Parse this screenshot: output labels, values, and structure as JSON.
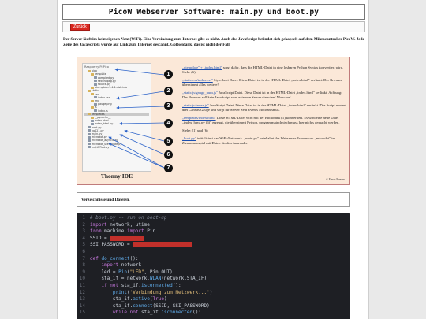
{
  "page": {
    "title": "PicoW Webserver Software: main.py und boot.py",
    "back_label": "Zurück",
    "intro": "Der Server läuft im heimeigenen Netz (WiFi). Eine Verbindung zum Internet gibt es nicht. Auch das JavaScript befindet sich gekapselt auf dem Mikrocontroller PicoW. Jede Zeile des JavaScripts wurde auf Link zum Internet gescannt. Gottseidank, das ist nicht der Fall."
  },
  "diagram": {
    "tree_header": "Raspberry Pi Pico",
    "tree": [
      {
        "label": "pico",
        "type": "folder",
        "indent": 1
      },
      {
        "label": "template",
        "type": "folder",
        "indent": 2
      },
      {
        "label": "compiled.py",
        "type": "file",
        "indent": 3
      },
      {
        "label": "secondpkg.py",
        "type": "file",
        "indent": 3
      },
      {
        "label": "source.py",
        "type": "file",
        "indent": 3
      },
      {
        "label": "utemplate-1.4.1.dist-info",
        "type": "folder",
        "indent": 2
      },
      {
        "label": "static",
        "type": "folder",
        "indent": 1
      },
      {
        "label": "css",
        "type": "folder",
        "indent": 2
      },
      {
        "label": "index.css",
        "type": "file",
        "indent": 3
      },
      {
        "label": "img",
        "type": "folder",
        "indent": 2
      },
      {
        "label": "gauge.png",
        "type": "file",
        "indent": 3
      },
      {
        "label": "js",
        "type": "folder",
        "indent": 2
      },
      {
        "label": "index.js",
        "type": "file",
        "indent": 3
      },
      {
        "label": "templates",
        "type": "folder",
        "indent": 1,
        "selected": true
      },
      {
        "label": "__pycache__",
        "type": "folder",
        "indent": 2
      },
      {
        "label": "index.html",
        "type": "file",
        "indent": 2
      },
      {
        "label": "index_html.py",
        "type": "file",
        "indent": 2
      },
      {
        "label": "boot.py",
        "type": "file",
        "indent": 1
      },
      {
        "label": "hp021.py",
        "type": "file",
        "indent": 1
      },
      {
        "label": "main.py",
        "type": "file",
        "indent": 1
      },
      {
        "label": "microdot.py",
        "type": "file",
        "indent": 1
      },
      {
        "label": "microdot_asyncio.py",
        "type": "file",
        "indent": 1
      },
      {
        "label": "microdot_utemplate.py",
        "type": "file",
        "indent": 1
      },
      {
        "label": "mqtt17led.py",
        "type": "file",
        "indent": 1
      }
    ],
    "caption": "Thonny IDE",
    "markers": [
      "1",
      "2",
      "3",
      "4",
      "5",
      "6",
      "7"
    ],
    "notes": [
      {
        "code": "„utemplate\" + „index.html\"",
        "text": "sorgt dafür, dass die HTML-Datei in eine lesbaren Python Syntax konvertiert wird. Siehe (6)."
      },
      {
        "code": "„static/css/index.css\"",
        "text": "Stylesheet Datei. Diese Datei ist in der HTML-Datei „index.html\" verlinkt. Der Browser übernimmt alles weitere!"
      },
      {
        "code": "„static/js/gauge_num.js\"",
        "text": "JavaScript Datei. Diese Datei ist in der HTML-Datei „index.html\" verlinkt. Achtung: Der Browser soll kein JavaScript vom externen Server einholen! Malware!"
      },
      {
        "code": "„static/js/index.js\"",
        "text": "JavaScript Datei. Diese Datei ist in der HTML-Datei „index.html\" verlinkt. Das Script rendert drei Canvas Gauge und sorgt für Server Sent Events Mechanismus."
      },
      {
        "code": "„templates/index.html\"",
        "text": "Diese HTML-Datei wird mit der Bibliothek (1) konvertiert. Es wird eine neue Datei „index_html.py (6)\" erzeugt, die übernimmt Python, programmatechnisch muss hier nichts gemacht werden."
      },
      {
        "code": "",
        "text": "Siehe: (1) und (6)"
      },
      {
        "code": "„boot.py\"",
        "text": "initialisiert das WiFi-Netzwerk. „main.py\" beinhaltet das Webserver Framework „microdot\" im Zusammenspiel mit Daten für den Anwender."
      }
    ],
    "copyright": "© Elmar Boedes"
  },
  "section": {
    "label": "Verzeichnisse und Dateien."
  },
  "code": {
    "lines": [
      {
        "no": "1",
        "segments": [
          {
            "t": "# boot.py -- run on boot-up",
            "c": "c"
          }
        ]
      },
      {
        "no": "2",
        "segments": [
          {
            "t": "import",
            "c": "k"
          },
          {
            "t": " network, utime",
            "c": ""
          }
        ]
      },
      {
        "no": "3",
        "segments": [
          {
            "t": "from",
            "c": "k"
          },
          {
            "t": " machine ",
            "c": ""
          },
          {
            "t": "import",
            "c": "k"
          },
          {
            "t": " Pin",
            "c": ""
          }
        ]
      },
      {
        "no": "4",
        "segments": [
          {
            "t": "SSID = ",
            "c": ""
          },
          {
            "t": "\"●●●●●●●●●●\"",
            "c": "red"
          }
        ]
      },
      {
        "no": "5",
        "segments": [
          {
            "t": "SSI_PASSWORD = ",
            "c": ""
          },
          {
            "t": "\"●●●●●●●●●●●●●●●●●●●\"",
            "c": "red"
          }
        ]
      },
      {
        "no": "6",
        "segments": [
          {
            "t": "",
            "c": ""
          }
        ]
      },
      {
        "no": "7",
        "segments": [
          {
            "t": "def",
            "c": "k"
          },
          {
            "t": " ",
            "c": ""
          },
          {
            "t": "do_connect",
            "c": "f"
          },
          {
            "t": "():",
            "c": ""
          }
        ]
      },
      {
        "no": "8",
        "segments": [
          {
            "t": "    ",
            "c": ""
          },
          {
            "t": "import",
            "c": "k"
          },
          {
            "t": " network",
            "c": ""
          }
        ]
      },
      {
        "no": "9",
        "segments": [
          {
            "t": "    led = ",
            "c": ""
          },
          {
            "t": "Pin",
            "c": "f"
          },
          {
            "t": "(",
            "c": ""
          },
          {
            "t": "\"LED\"",
            "c": "s"
          },
          {
            "t": ", Pin.OUT)",
            "c": ""
          }
        ]
      },
      {
        "no": "10",
        "segments": [
          {
            "t": "    sta_if = network.",
            "c": ""
          },
          {
            "t": "WLAN",
            "c": "f"
          },
          {
            "t": "(network.STA_IF)",
            "c": ""
          }
        ]
      },
      {
        "no": "11",
        "segments": [
          {
            "t": "    ",
            "c": ""
          },
          {
            "t": "if not",
            "c": "k"
          },
          {
            "t": " sta_if.",
            "c": ""
          },
          {
            "t": "isconnected",
            "c": "f"
          },
          {
            "t": "():",
            "c": ""
          }
        ]
      },
      {
        "no": "12",
        "segments": [
          {
            "t": "        ",
            "c": ""
          },
          {
            "t": "print",
            "c": "f"
          },
          {
            "t": "(",
            "c": ""
          },
          {
            "t": "'Verbindung zum Netzwerk...'",
            "c": "s"
          },
          {
            "t": ")",
            "c": ""
          }
        ]
      },
      {
        "no": "13",
        "segments": [
          {
            "t": "        sta_if.",
            "c": ""
          },
          {
            "t": "active",
            "c": "f"
          },
          {
            "t": "(",
            "c": ""
          },
          {
            "t": "True",
            "c": "k"
          },
          {
            "t": ")",
            "c": ""
          }
        ]
      },
      {
        "no": "14",
        "segments": [
          {
            "t": "        sta_if.",
            "c": ""
          },
          {
            "t": "connect",
            "c": "f"
          },
          {
            "t": "(SSID, SSI_PASSWORD)",
            "c": ""
          }
        ]
      },
      {
        "no": "15",
        "segments": [
          {
            "t": "        ",
            "c": ""
          },
          {
            "t": "while not",
            "c": "k"
          },
          {
            "t": " sta_if.",
            "c": ""
          },
          {
            "t": "isconnected",
            "c": "f"
          },
          {
            "t": "():",
            "c": ""
          }
        ]
      }
    ]
  }
}
